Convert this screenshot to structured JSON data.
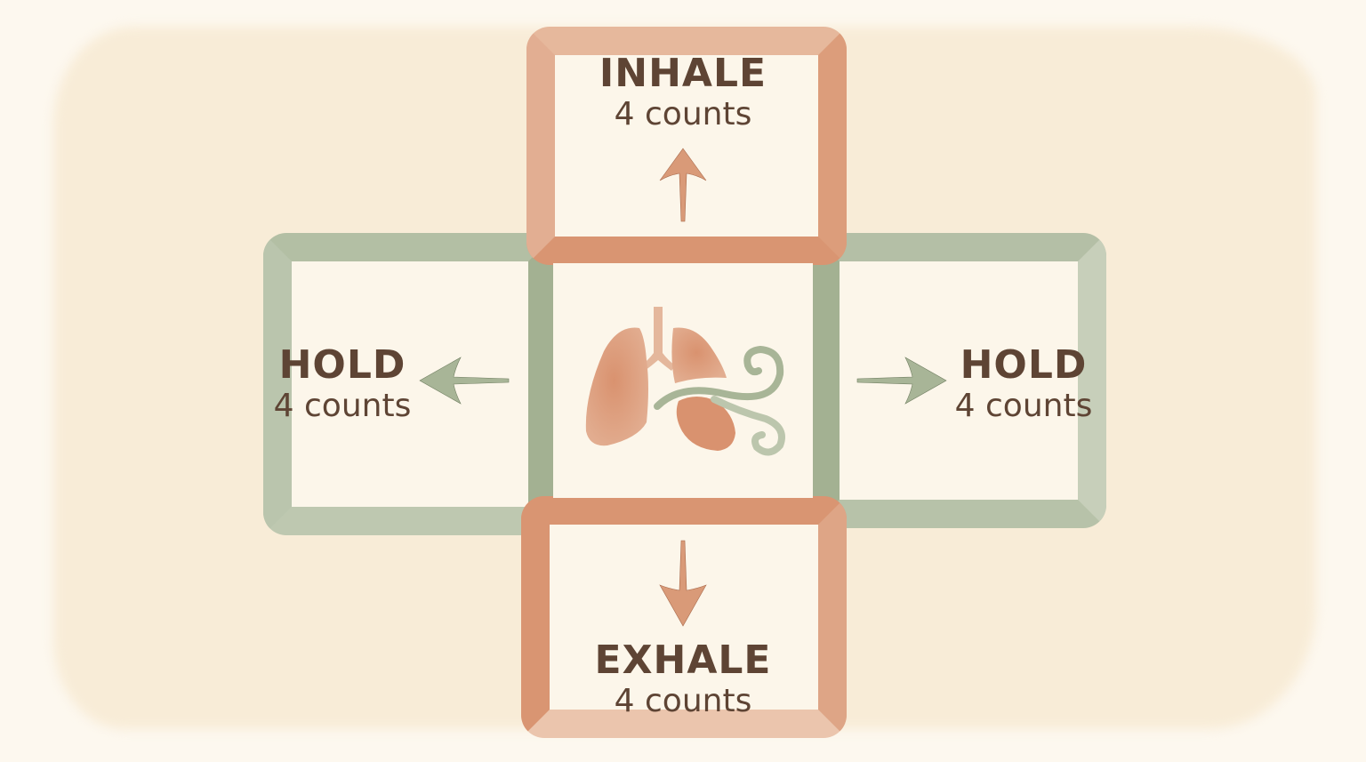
{
  "diagram": {
    "type": "box-breathing",
    "center_icon": "lungs-with-air-swirl-icon",
    "colors": {
      "warm_frame": "#d99a78",
      "cool_frame": "#a8b597",
      "text": "#5e4434",
      "background": "#fdf8ef",
      "panel": "#fcf6ea"
    },
    "steps": {
      "inhale": {
        "title": "INHALE",
        "count": "4 counts",
        "arrow": "arrow-up-icon"
      },
      "hold_right": {
        "title": "HOLD",
        "count": "4 counts",
        "arrow": "arrow-right-icon"
      },
      "exhale": {
        "title": "EXHALE",
        "count": "4 counts",
        "arrow": "arrow-down-icon"
      },
      "hold_left": {
        "title": "HOLD",
        "count": "4 counts",
        "arrow": "arrow-left-icon"
      }
    }
  }
}
